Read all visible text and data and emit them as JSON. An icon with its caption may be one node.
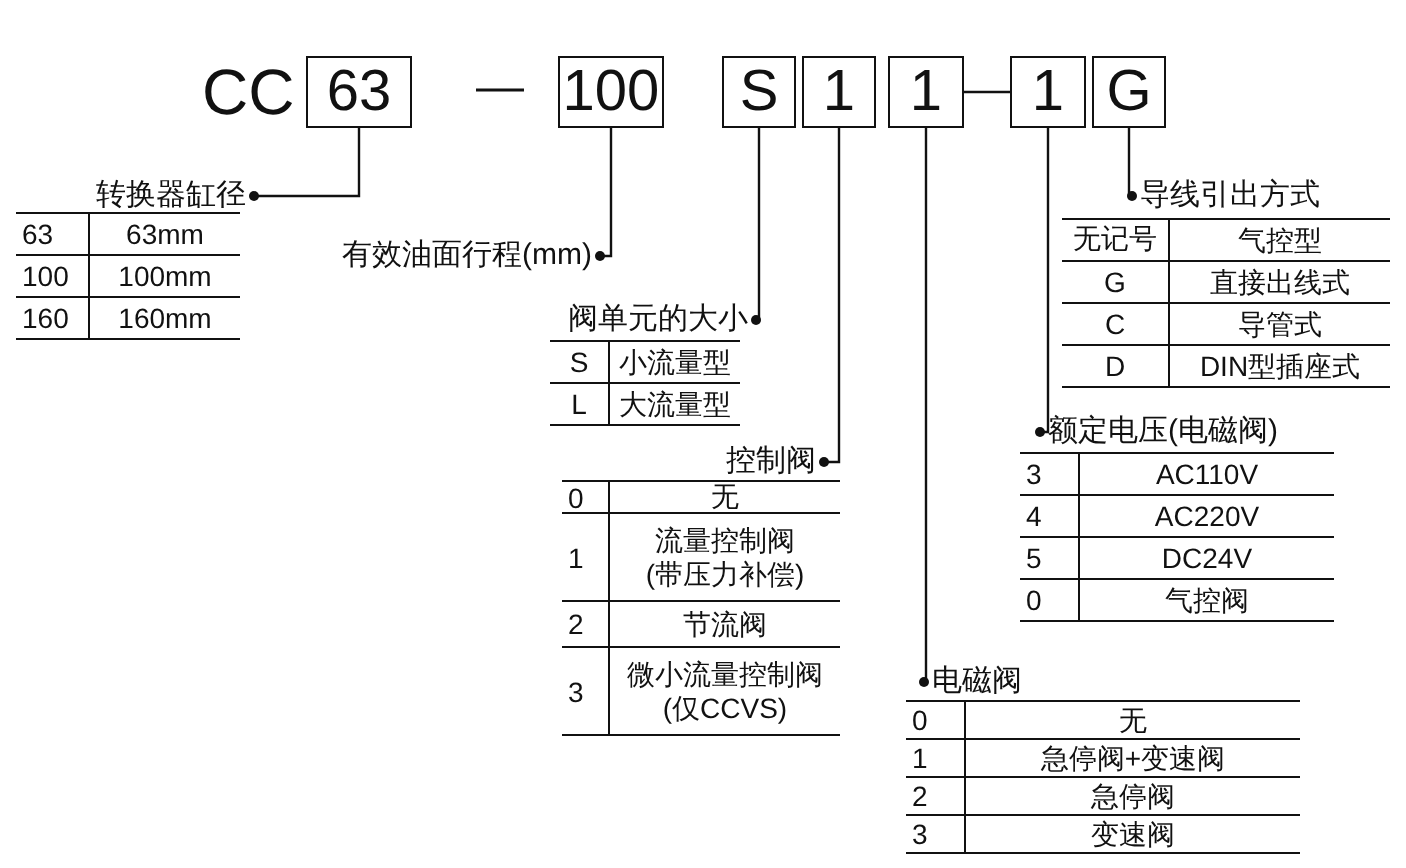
{
  "diagram": {
    "nodes": [
      {
        "text": [
          "63"
        ],
        "beside": [
          "CC"
        ]
      },
      {
        "text": [
          "100"
        ]
      },
      {
        "text": [
          "S"
        ]
      },
      {
        "text": [
          "1"
        ]
      },
      {
        "text": [
          "1"
        ]
      },
      {
        "text": [
          "1"
        ]
      },
      {
        "text": [
          "G"
        ]
      },
      {
        "text": [
          "转换器缸径"
        ]
      },
      {
        "text": [
          "有效油面行程(mm)"
        ]
      },
      {
        "text": [
          "阀单元的大小"
        ]
      },
      {
        "text": [
          "控制阀"
        ]
      },
      {
        "text": [
          "电磁阀"
        ]
      },
      {
        "text": [
          "额定电压(电磁阀)"
        ]
      },
      {
        "text": [
          "导线引出方式"
        ]
      }
    ],
    "edges": [
      {
        "from": 0,
        "to": 7,
        "arrow": "other"
      },
      {
        "from": 1,
        "to": 8,
        "arrow": "other"
      },
      {
        "from": 2,
        "to": 9,
        "arrow": "other"
      },
      {
        "from": 3,
        "to": 10,
        "arrow": "other"
      },
      {
        "from": 4,
        "to": 11,
        "arrow": "other"
      },
      {
        "from": 5,
        "to": 12,
        "arrow": "other"
      },
      {
        "from": 6,
        "to": 13,
        "arrow": "other"
      },
      {
        "from": 4,
        "to": 5,
        "arrow": "none"
      }
    ],
    "labels": [
      "63",
      "63mm",
      "100",
      "100mm",
      "160",
      "160mm",
      "S",
      "小流量型",
      "L",
      "大流量型",
      "0",
      "无",
      "1",
      "流量控制阀(带压力补偿)",
      "2",
      "节流阀",
      "3",
      "微小流量控制阀(仅CCVS)",
      "无记号",
      "气控型",
      "G",
      "直接出线式",
      "C",
      "导管式",
      "D",
      "DIN型插座式",
      "3",
      "AC110V",
      "4",
      "AC220V",
      "5",
      "DC24V",
      "0",
      "气控阀",
      "0",
      "无",
      "1",
      "急停阀+变速阀",
      "2",
      "急停阀",
      "3",
      "变速阀"
    ]
  }
}
